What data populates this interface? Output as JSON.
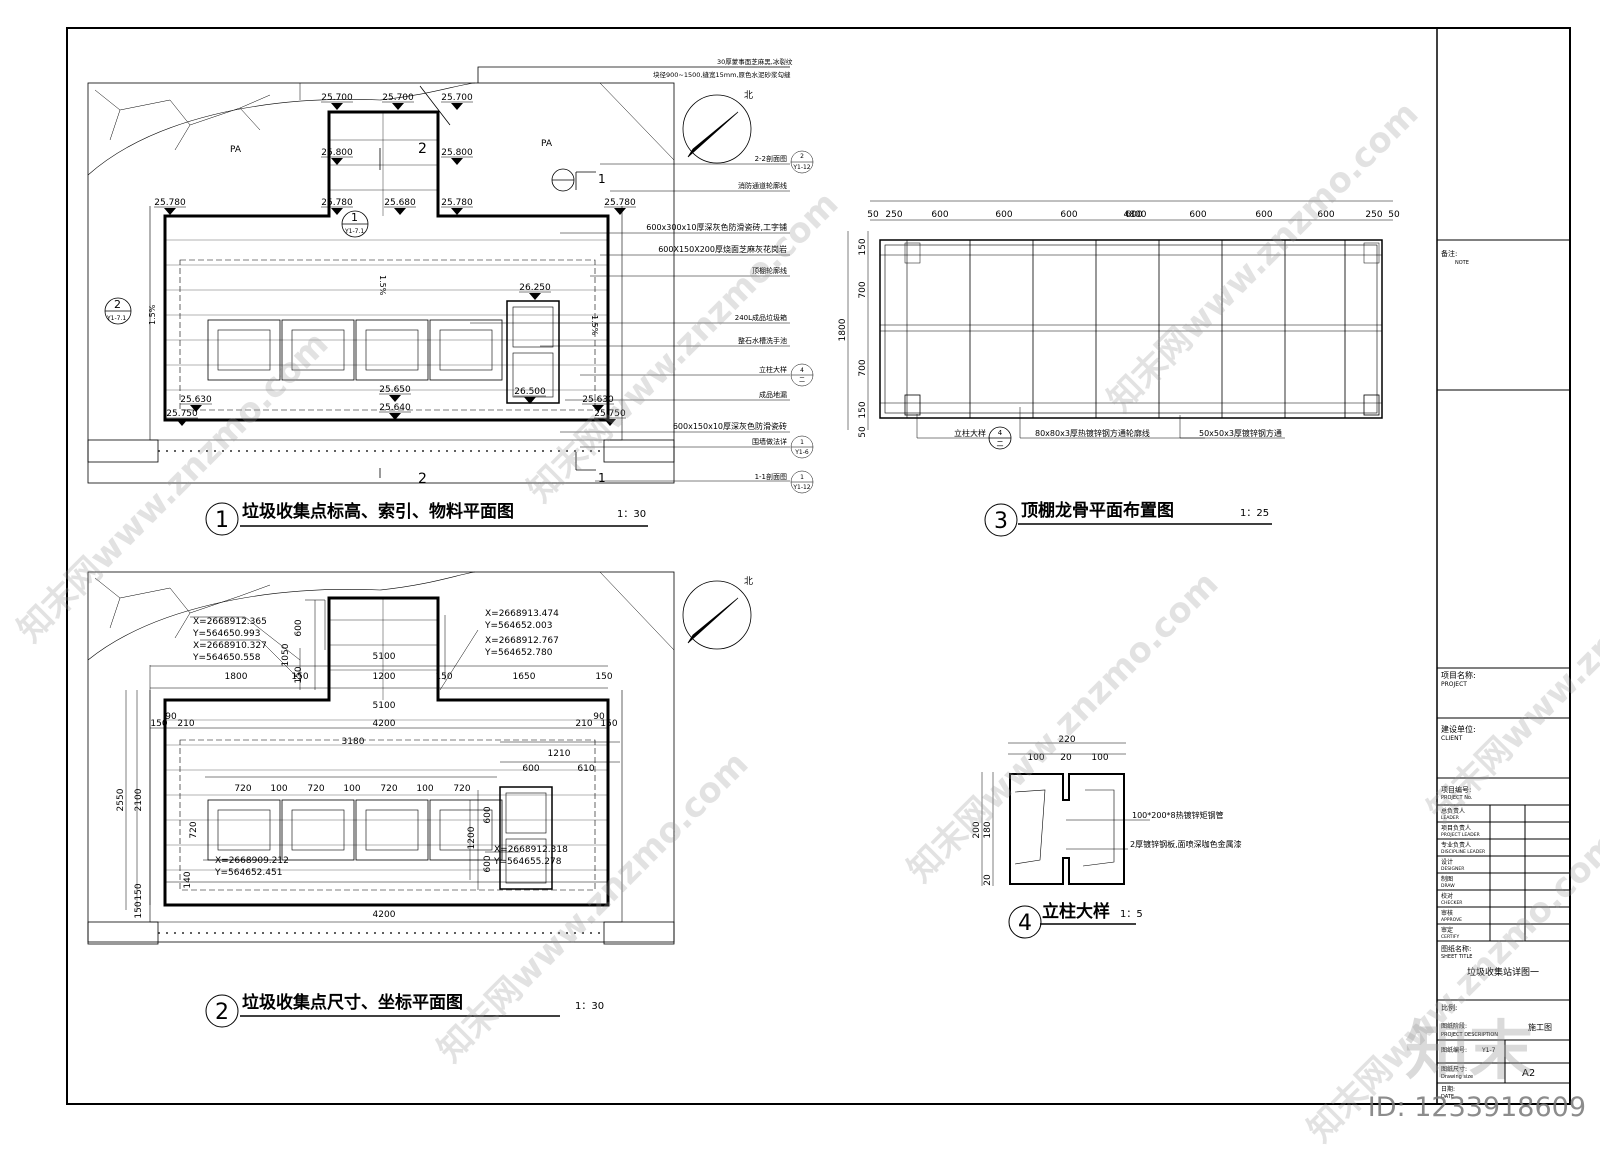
{
  "plan1": {
    "material_notes": [
      "30厚蒙事面芝麻黑,冰裂纹",
      "块径900~1500,缝宽15mm,原色水泥砂浆勾缝",
      "2-2剖面图",
      "消防通道轮廓线",
      "600x300x10厚深灰色防滑瓷砖,工字铺",
      "600X150X200厚烧面芝麻灰花岗岩",
      "顶棚轮廓线",
      "240L成品垃圾箱",
      "整石水槽洗手池",
      "立柱大样",
      "成品地漏",
      "600x150x10厚深灰色防滑瓷砖",
      "围墙做法详",
      "1-1剖面图"
    ],
    "elevations": [
      "25.700",
      "25.700",
      "25.700",
      "25.800",
      "25.800",
      "25.780",
      "25.780",
      "25.680",
      "25.780",
      "25.780",
      "26.250",
      "25.650",
      "26.500",
      "25.750",
      "25.630",
      "25.640",
      "25.630",
      "25.750"
    ],
    "labels": {
      "pa1": "PA",
      "pa2": "PA",
      "north": "北",
      "sec_num2": "2",
      "sec_num1": "1",
      "ref_top": "Y1-7.1",
      "ref_left": "Y1-7.1",
      "idx1": "1",
      "idx2": "2",
      "idx4": "4",
      "slope1": "1.5%",
      "slope2": "1.5%",
      "slope3": "1.5%",
      "sub1": "Y1-12",
      "sub2": "Y1-12",
      "sub3": "Y1-6",
      "sub4": "二"
    },
    "title": "垃圾收集点标高、索引、物料平面图",
    "scale": "1：30",
    "number": "1"
  },
  "plan2": {
    "coords": [
      "X=2668912.365",
      "Y=564650.993",
      "X=2668910.327",
      "Y=564650.558",
      "X=2668913.474",
      "Y=564652.003",
      "X=2668912.767",
      "Y=564652.780",
      "X=2668909.212",
      "Y=564652.451",
      "X=2668912.318",
      "Y=564655.278"
    ],
    "dims": {
      "d5100a": "5100",
      "d1800": "1800",
      "d150a": "150",
      "d1200": "1200",
      "d150b": "150",
      "d1650": "1650",
      "d150c": "150",
      "d5100b": "5100",
      "d90a": "90",
      "d90b": "90",
      "d150d": "150",
      "d210a": "210",
      "d4200a": "4200",
      "d210b": "210",
      "d150e": "150",
      "d1210": "1210",
      "d3180": "3180",
      "d600a": "600",
      "d610": "610",
      "d720a": "720",
      "d100a": "100",
      "d720b": "720",
      "d100b": "100",
      "d720c": "720",
      "d100c": "100",
      "d720d": "720",
      "d600v1": "600",
      "d1050": "1050",
      "d150v": "150",
      "d2550": "2550",
      "d2100": "2100",
      "d720v": "720",
      "d140": "140",
      "d150v2": "150",
      "d4200b": "4200",
      "d600v2": "600",
      "d1200v": "1200",
      "d600v3": "600",
      "d150v3": "150"
    },
    "north": "北",
    "title": "垃圾收集点尺寸、坐标平面图",
    "scale": "1：30",
    "number": "2"
  },
  "plan3": {
    "dims": {
      "total": "4800",
      "d50a": "50",
      "d250a": "250",
      "d600_1": "600",
      "d600_2": "600",
      "d600_3": "600",
      "d600_4": "600",
      "d600_5": "600",
      "d600_6": "600",
      "d250b": "250",
      "d50b": "50",
      "v1800": "1800",
      "v150a": "150",
      "v700a": "700",
      "v700b": "700",
      "v150b": "150",
      "v50": "50"
    },
    "notes": [
      "立柱大样",
      "80x80x3厚热镀锌钢方通轮廓线",
      "50x50x3厚镀锌钢方通"
    ],
    "idx": "4",
    "idx_sub": "二",
    "title": "顶棚龙骨平面布置图",
    "scale": "1：25",
    "number": "3"
  },
  "plan4": {
    "dims": {
      "w220": "220",
      "w100a": "100",
      "w20": "20",
      "w100b": "100",
      "h200": "200",
      "h180": "180",
      "h20": "20"
    },
    "notes": [
      "100*200*8热镀锌矩钢管",
      "2厚镀锌钢板,面喷深咖色金属漆"
    ],
    "title": "立柱大样",
    "scale": "1：5",
    "number": "4"
  },
  "titleblock": {
    "note_cn": "备注:",
    "note_en": "NOTE",
    "project_cn": "项目名称:",
    "project_en": "PROJECT",
    "client_cn": "建设单位:",
    "client_en": "CLIENT",
    "projno_cn": "项目编号:",
    "projno_en": "PROJECT No.",
    "roles": [
      {
        "cn": "总负责人",
        "en": "LEADER"
      },
      {
        "cn": "项目负责人",
        "en": "PROJECT LEADER"
      },
      {
        "cn": "专业负责人",
        "en": "DISCIPLINE LEADER"
      },
      {
        "cn": "设计",
        "en": "DESIGNER"
      },
      {
        "cn": "制图",
        "en": "DRAW"
      },
      {
        "cn": "校对",
        "en": "CHECKER"
      },
      {
        "cn": "审核",
        "en": "APPROVE"
      },
      {
        "cn": "审定",
        "en": "CERTIFY"
      }
    ],
    "sheet_title_cn": "图纸名称:",
    "sheet_title_en": "SHEET TITLE",
    "sheet_title": "垃圾收集站详图一",
    "scale_cn": "比例:",
    "desc_cn": "图纸阶段:",
    "desc_en": "PROJECT DESCRIPTION",
    "stage": "施工图",
    "drawno_cn": "图纸编号:",
    "drawno": "Y1-7",
    "size_cn": "图纸尺寸:",
    "size_en": "Drawing size",
    "size": "A2",
    "date_cn": "日期:",
    "date_en": "DATE"
  },
  "watermark": {
    "site": "知末网www.znzmo.com",
    "brand": "知末",
    "id": "ID: 1233918609"
  }
}
